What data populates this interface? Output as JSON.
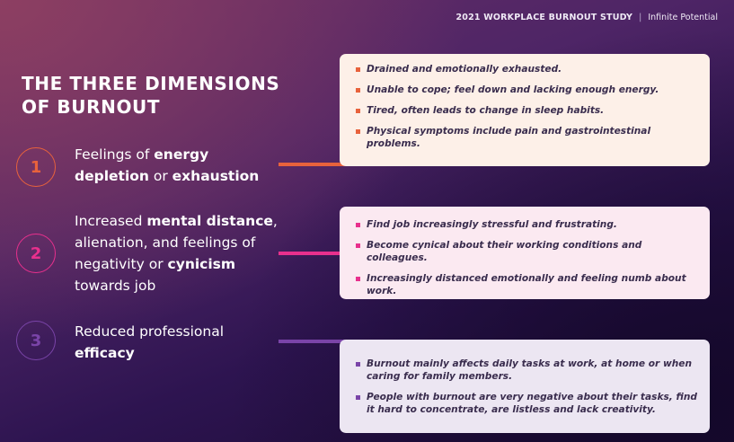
{
  "header": {
    "study": "2021 WORKPLACE BURNOUT STUDY",
    "separator": "|",
    "org": "Infinite Potential"
  },
  "title": {
    "line1": "THE THREE DIMENSIONS",
    "line2": "OF BURNOUT"
  },
  "colors": {
    "orange": "#e8623c",
    "pink": "#e8308d",
    "purple": "#7a44a8",
    "card1": "#fdf0e8",
    "card2": "#fbe9f1",
    "card3": "#ece6f2"
  },
  "dimensions": [
    {
      "number": "1",
      "segments": [
        "Feelings of ",
        "energy",
        " ",
        "depletion",
        " or ",
        "exhaustion"
      ],
      "bullets": [
        "Drained and emotionally exhausted.",
        "Unable to cope; feel down and lacking enough energy.",
        "Tired, often leads to change in sleep habits.",
        "Physical symptoms include pain and gastrointestinal problems."
      ]
    },
    {
      "number": "2",
      "segments": [
        "Increased ",
        "mental distance",
        ", alienation, and feelings of negativity or ",
        "cynicism",
        " towards job"
      ],
      "bullets": [
        "Find job increasingly stressful and frustrating.",
        "Become cynical about their working conditions and colleagues.",
        "Increasingly distanced emotionally and feeling numb about work."
      ]
    },
    {
      "number": "3",
      "segments": [
        "Reduced professional ",
        "efficacy"
      ],
      "bullets": [
        "Burnout mainly affects daily tasks at work, at home or when caring for family members.",
        "People with burnout are very negative about their tasks, find it hard to concentrate, are listless and lack creativity."
      ]
    }
  ]
}
